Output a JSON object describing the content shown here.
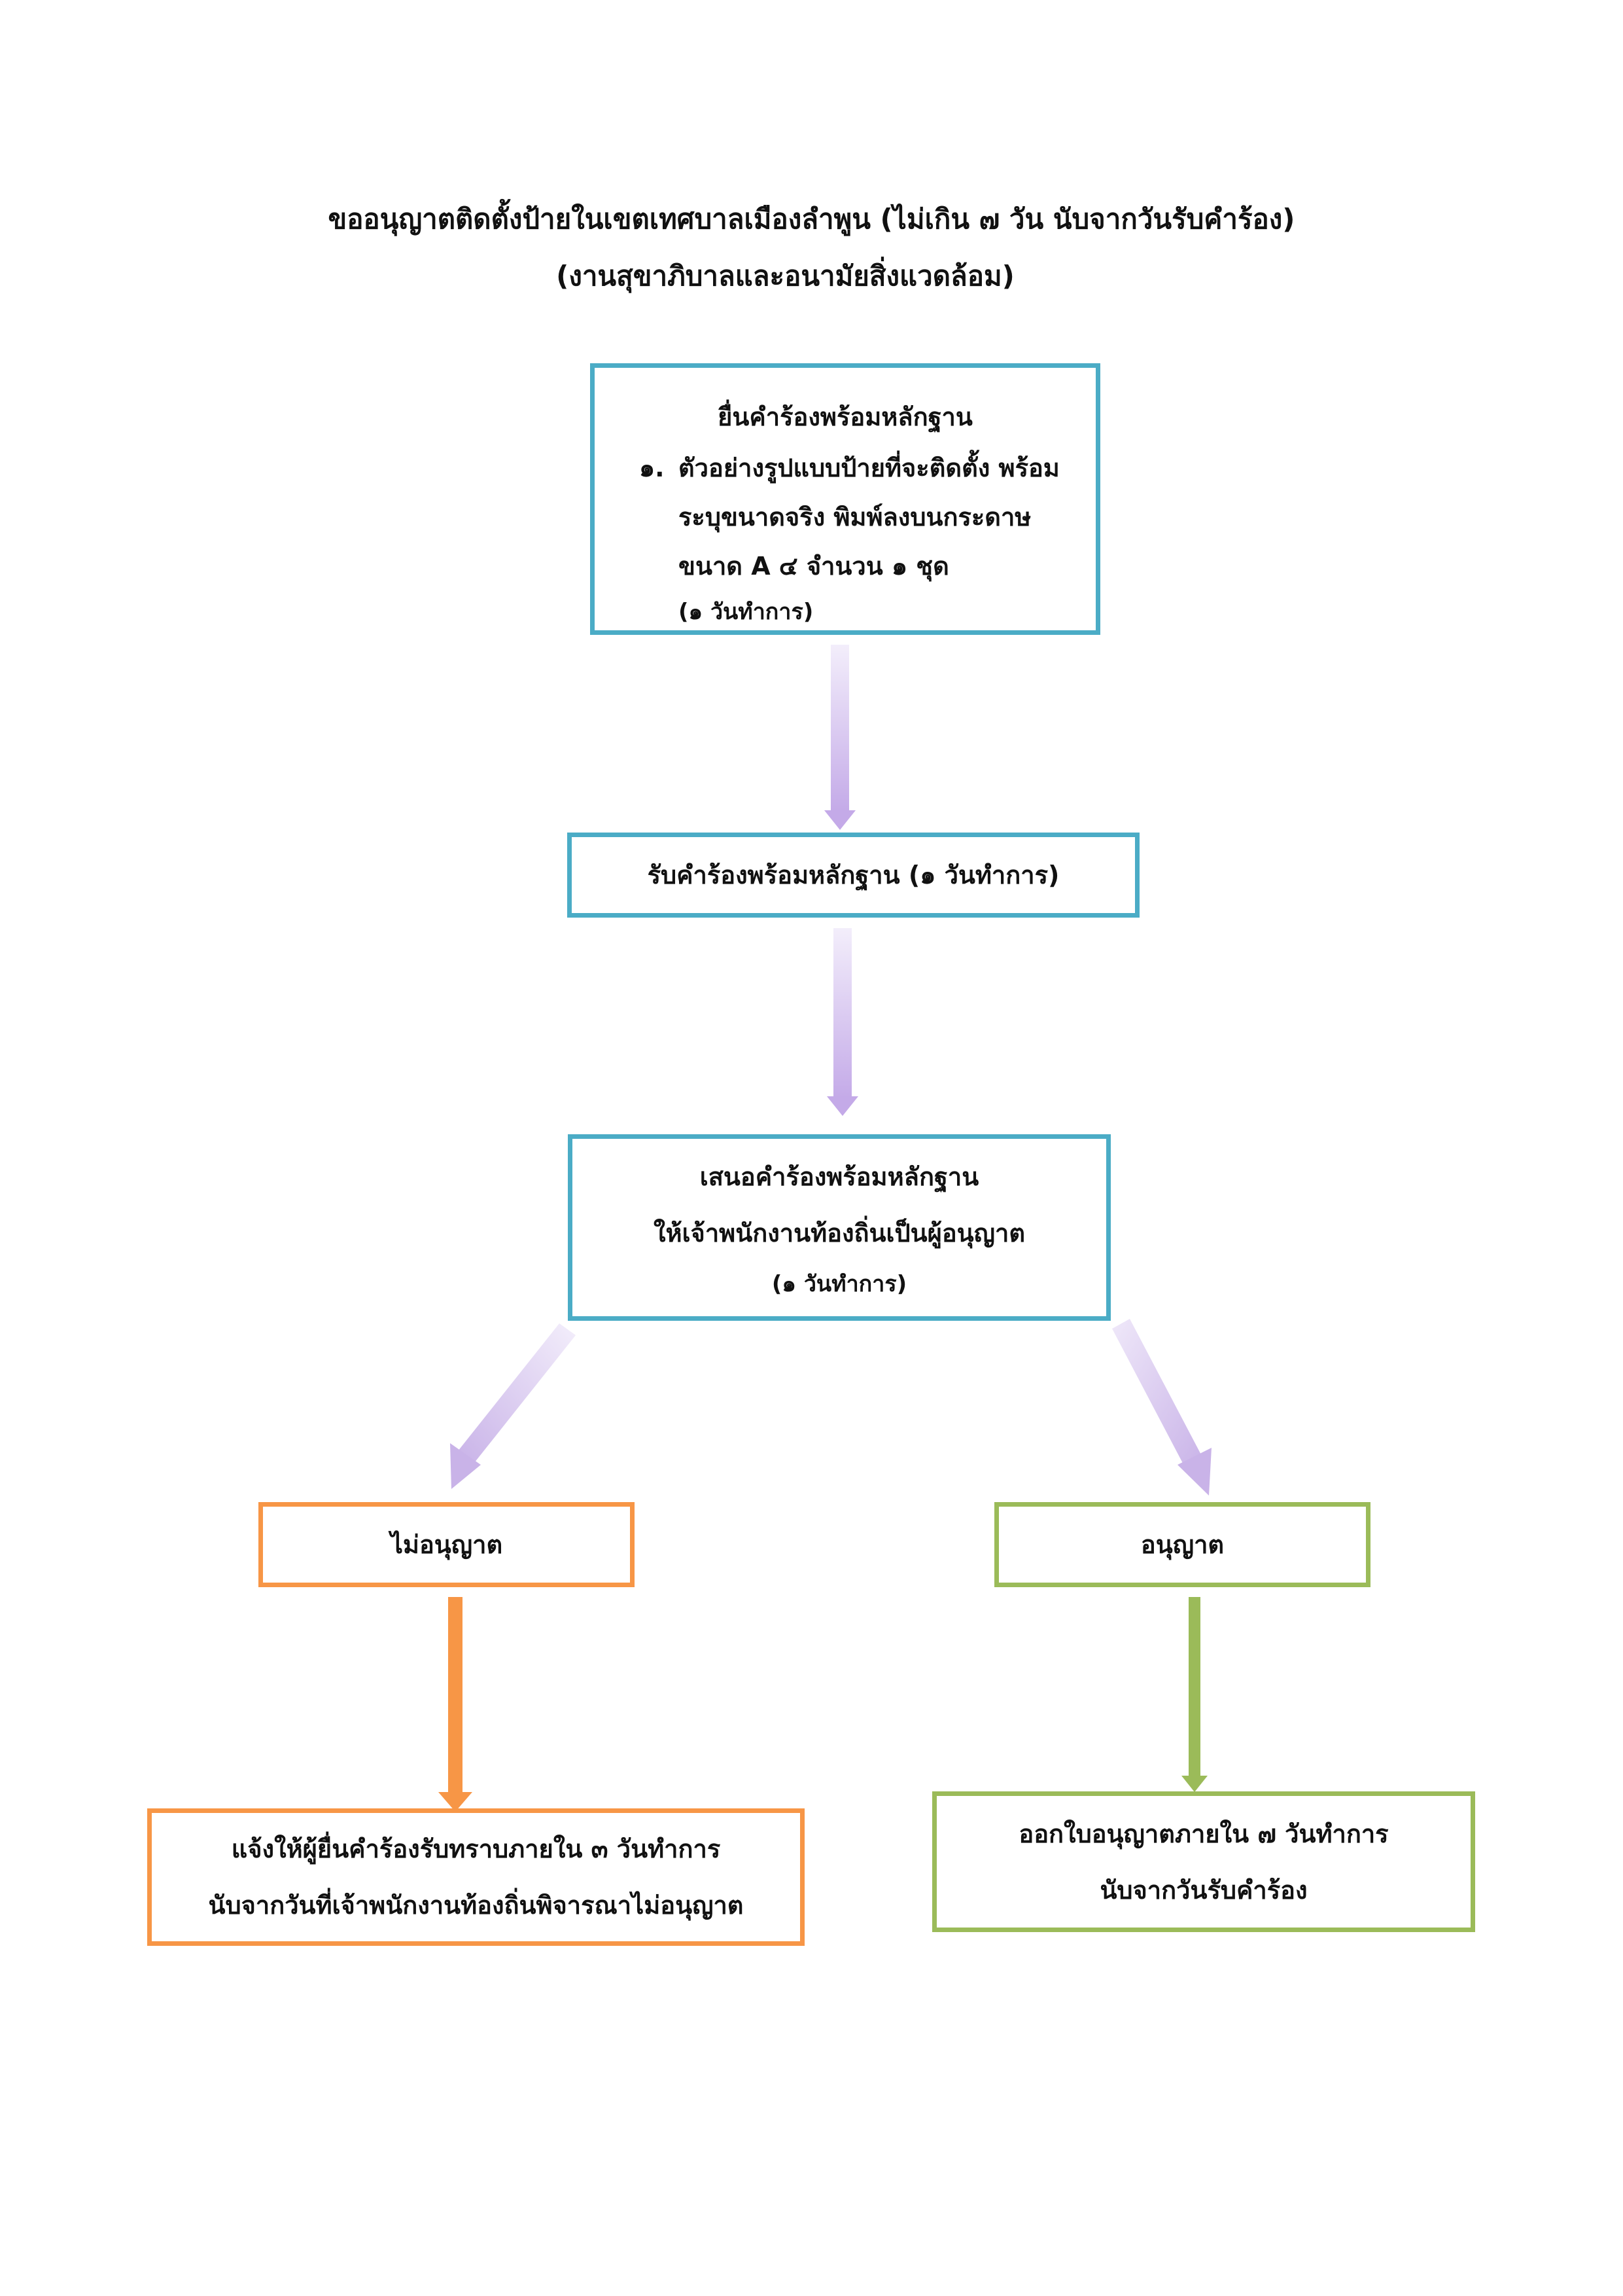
{
  "title": {
    "line1": "ขออนุญาตติดตั้งป้ายในเขตเทศบาลเมืองลำพูน (ไม่เกิน ๗ วัน นับจากวันรับคำร้อง)",
    "line2": "(งานสุขาภิบาลและอนามัยสิ่งแวดล้อม)"
  },
  "step1": {
    "heading": "ยื่นคำร้องพร้อมหลักฐาน",
    "item_number": "๑.",
    "item_line1": "ตัวอย่างรูปแบบป้ายที่จะติดตั้ง พร้อม",
    "item_line2": "ระบุขนาดจริง พิมพ์ลงบนกระดาษ",
    "item_line3": "ขนาด A ๔ จำนวน ๑ ชุด",
    "duration": "(๑ วันทำการ)"
  },
  "step2": {
    "text": "รับคำร้องพร้อมหลักฐาน (๑ วันทำการ)"
  },
  "step3": {
    "line1": "เสนอคำร้องพร้อมหลักฐาน",
    "line2": "ให้เจ้าพนักงานท้องถิ่นเป็นผู้อนุญาต",
    "duration": "(๑ วันทำการ)"
  },
  "deny": {
    "label": "ไม่อนุญาต",
    "result_line1": "แจ้งให้ผู้ยื่นคำร้องรับทราบภายใน ๓ วันทำการ",
    "result_line2": "นับจากวันที่เจ้าพนักงานท้องถิ่นพิจารณาไม่อนุญาต"
  },
  "approve": {
    "label": "อนุญาต",
    "result_line1": "ออกใบอนุญาตภายใน ๗ วันทำการ",
    "result_line2": "นับจากวันรับคำร้อง"
  },
  "colors": {
    "box_border": "#4bacc6",
    "deny": "#f79646",
    "approve": "#9bbb59",
    "arrow": "#c9b3e8"
  }
}
